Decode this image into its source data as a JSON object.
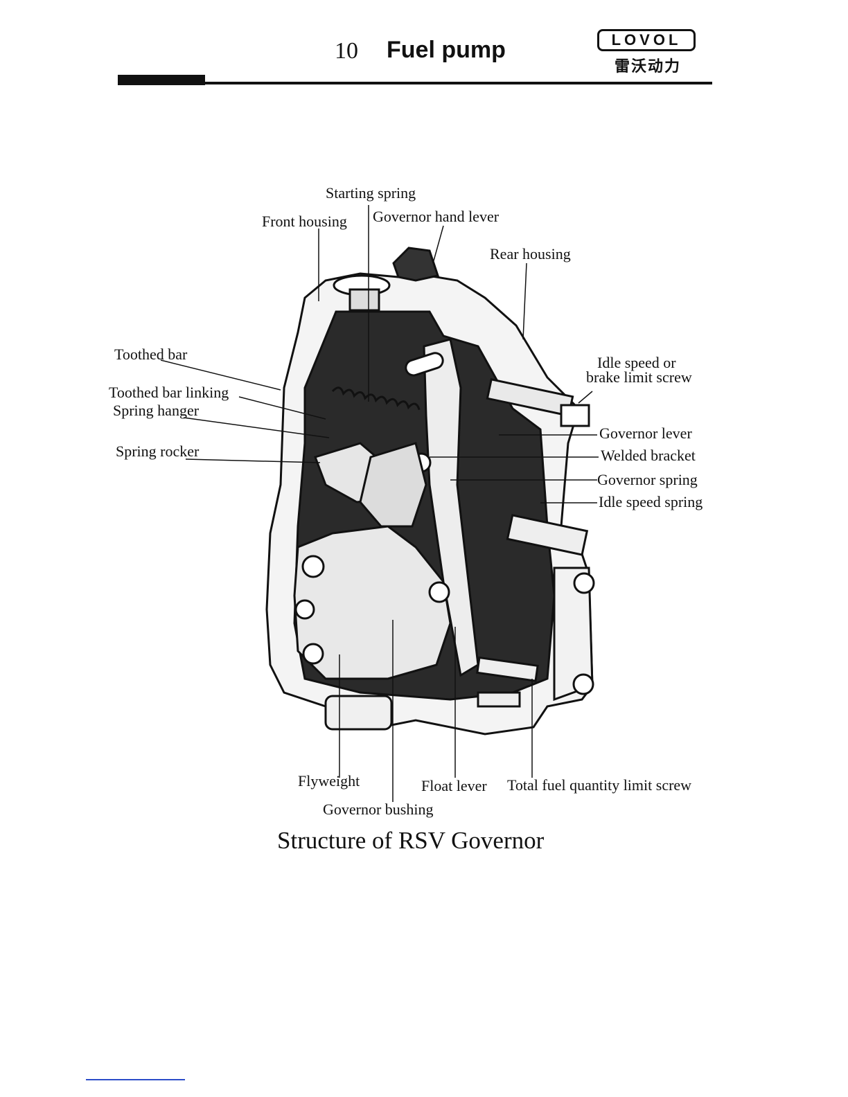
{
  "header": {
    "chapter_number": "10",
    "chapter_title": "Fuel pump",
    "logo": {
      "name": "LOVOL",
      "subtext": "雷沃动力"
    }
  },
  "diagram": {
    "labels": {
      "starting_spring": "Starting spring",
      "front_housing": "Front housing",
      "governor_hand_lever": "Governor hand lever",
      "rear_housing": "Rear housing",
      "toothed_bar": "Toothed bar",
      "toothed_bar_linking": "Toothed bar linking",
      "spring_hanger": "Spring hanger",
      "spring_rocker": "Spring rocker",
      "idle_speed_or_brake_limit_screw_line1": "Idle speed or",
      "idle_speed_or_brake_limit_screw_line2": "brake limit screw",
      "governor_lever": "Governor lever",
      "welded_bracket": "Welded bracket",
      "governor_spring": "Governor spring",
      "idle_speed_spring": "Idle speed spring",
      "flyweight": "Flyweight",
      "float_lever": "Float lever",
      "total_fuel_quantity_limit_screw": "Total fuel quantity limit screw",
      "governor_bushing": "Governor bushing"
    },
    "caption": "Structure of RSV Governor"
  },
  "colors": {
    "ink": "#111111",
    "shade": "#2a2a2a",
    "footnote_rule": "#2b4cc9"
  }
}
